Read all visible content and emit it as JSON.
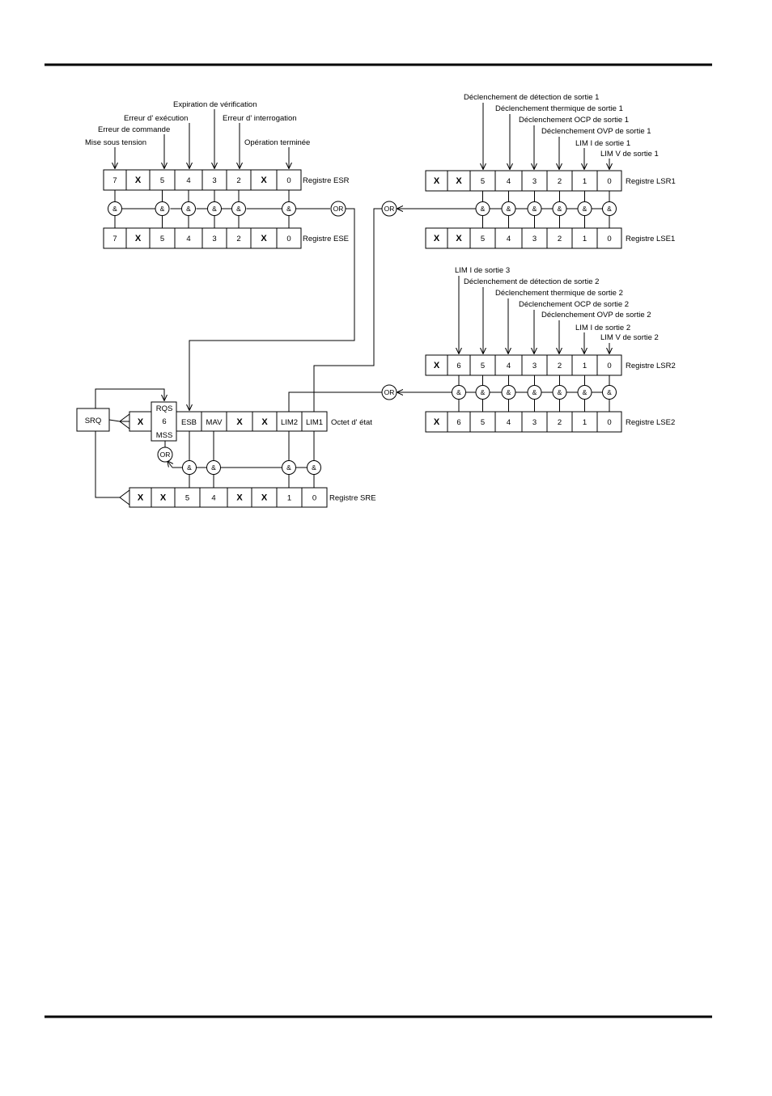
{
  "esr": {
    "name": "Registre ESR",
    "cells": [
      "7",
      "X",
      "5",
      "4",
      "3",
      "2",
      "X",
      "0"
    ],
    "labels": [
      "Mise sous tension",
      "Erreur de commande",
      "Erreur d' exécution",
      "Expiration de vérification",
      "Erreur d' interrogation",
      "Opération terminée"
    ]
  },
  "ese": {
    "name": "Registre ESE",
    "cells": [
      "7",
      "X",
      "5",
      "4",
      "3",
      "2",
      "X",
      "0"
    ]
  },
  "lsr1": {
    "name": "Registre LSR1",
    "cells": [
      "X",
      "X",
      "5",
      "4",
      "3",
      "2",
      "1",
      "0"
    ],
    "labels": [
      "Déclenchement de détection de sortie 1",
      "Déclenchement thermique de sortie 1",
      "Déclenchement OCP de sortie 1",
      "Déclenchement OVP de sortie 1",
      "LIM I de sortie 1",
      "LIM V de sortie 1"
    ]
  },
  "lse1": {
    "name": "Registre LSE1",
    "cells": [
      "X",
      "X",
      "5",
      "4",
      "3",
      "2",
      "1",
      "0"
    ]
  },
  "lsr2": {
    "name": "Registre LSR2",
    "cells": [
      "X",
      "6",
      "5",
      "4",
      "3",
      "2",
      "1",
      "0"
    ],
    "labels": [
      "LIM I de sortie 3",
      "Déclenchement de détection de sortie 2",
      "Déclenchement thermique de sortie 2",
      "Déclenchement OCP de sortie 2",
      "Déclenchement OVP de sortie 2",
      "LIM I de sortie 2",
      "LIM V de sortie 2"
    ]
  },
  "lse2": {
    "name": "Registre LSE2",
    "cells": [
      "X",
      "6",
      "5",
      "4",
      "3",
      "2",
      "1",
      "0"
    ]
  },
  "stb": {
    "name": "Octet d' état",
    "rqs": "RQS",
    "six": "6",
    "mss": "MSS",
    "cells": [
      "X",
      "ESB",
      "MAV",
      "X",
      "X",
      "LIM2",
      "LIM1"
    ]
  },
  "sre": {
    "name": "Registre SRE",
    "cells": [
      "X",
      "X",
      "5",
      "4",
      "X",
      "X",
      "1",
      "0"
    ]
  },
  "srq": "SRQ",
  "gate_and": "&",
  "gate_or": "OR"
}
